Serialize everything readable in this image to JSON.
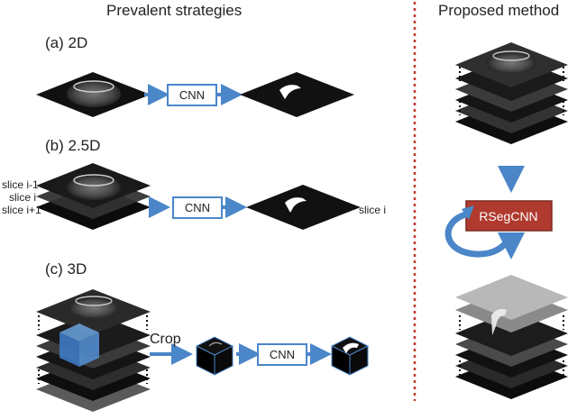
{
  "headers": {
    "left": "Prevalent strategies",
    "right": "Proposed method"
  },
  "sections": {
    "a": "(a) 2D",
    "b": "(b) 2.5D",
    "c": "(c) 3D"
  },
  "slice_labels": {
    "prev": "slice i-1",
    "cur": "slice i",
    "next": "slice i+1",
    "out": "slice i"
  },
  "boxes": {
    "cnn": "CNN",
    "rsegcnn": "RSegCNN"
  },
  "crop_label": "Crop",
  "colors": {
    "arrow": "#4a86c8",
    "cnn_border": "#4a86c8",
    "rsegcnn_fill": "#b03a2e",
    "divider": "#c0392b"
  }
}
